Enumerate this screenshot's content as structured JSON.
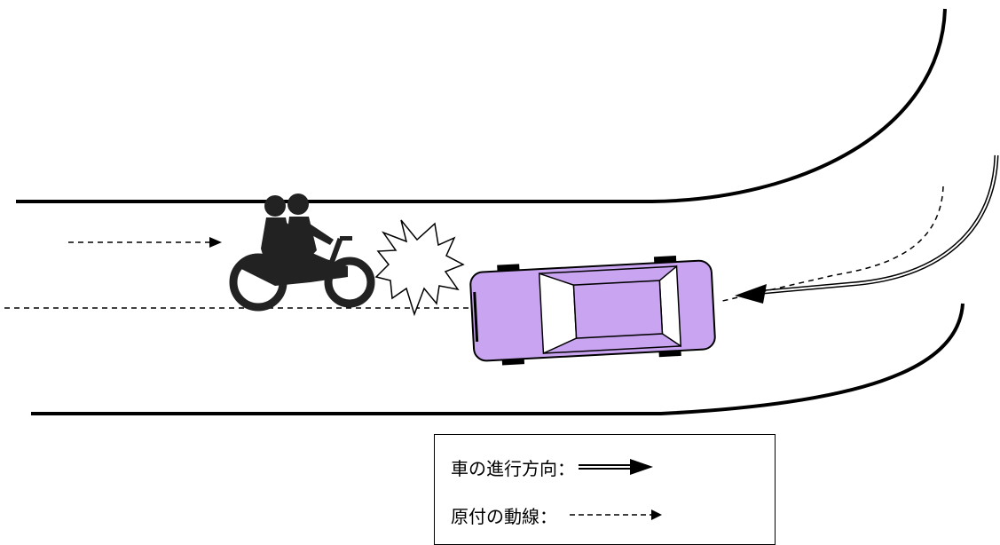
{
  "legend": {
    "items": [
      {
        "label": "車の進行方向：",
        "symbol": "double-line-arrow"
      },
      {
        "label": "原付の動線：",
        "symbol": "dashed-line-arrow"
      }
    ]
  },
  "scene": {
    "colors": {
      "car_body": "#c9a4f0",
      "car_window": "#ffffff",
      "car_roof": "#c9a4f0",
      "tire": "#000000",
      "motorcycle": "#222222",
      "road_edge": "#000000"
    },
    "icons": {
      "motorcycle": "motorcycle-with-two-riders-icon",
      "collision": "collision-burst-icon",
      "car": "car-top-view-icon"
    }
  }
}
